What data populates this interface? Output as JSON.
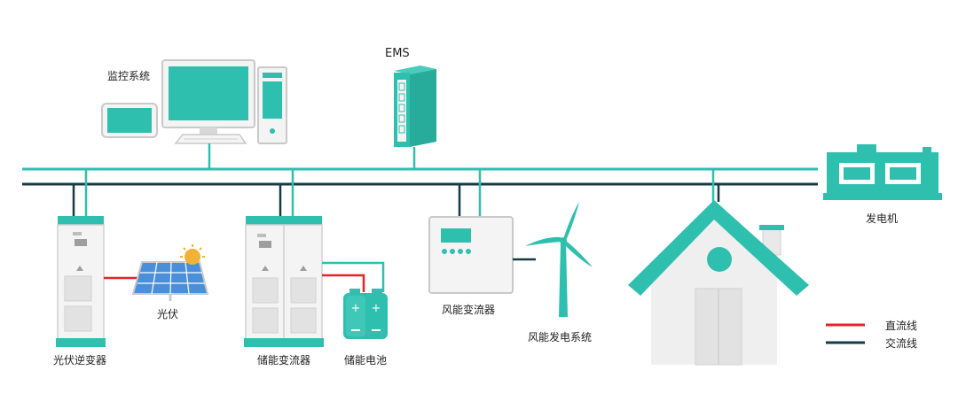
{
  "colors": {
    "teal": "#2fbfae",
    "dark": "#173a47",
    "red": "#e0262b",
    "grey_fill": "#f4f4f4",
    "grey_stroke": "#c9c9c9"
  },
  "labels": {
    "monitoring": "监控系统",
    "ems": "EMS",
    "generator": "发电机",
    "pv_inverter": "光伏逆变器",
    "pv": "光伏",
    "storage_converter": "储能变流器",
    "battery": "储能电池",
    "wind_converter": "风能变流器",
    "wind_system": "风能发电系统"
  },
  "legend": [
    {
      "label": "直流线",
      "color": "#e0262b"
    },
    {
      "label": "交流线",
      "color": "#173a47"
    }
  ]
}
